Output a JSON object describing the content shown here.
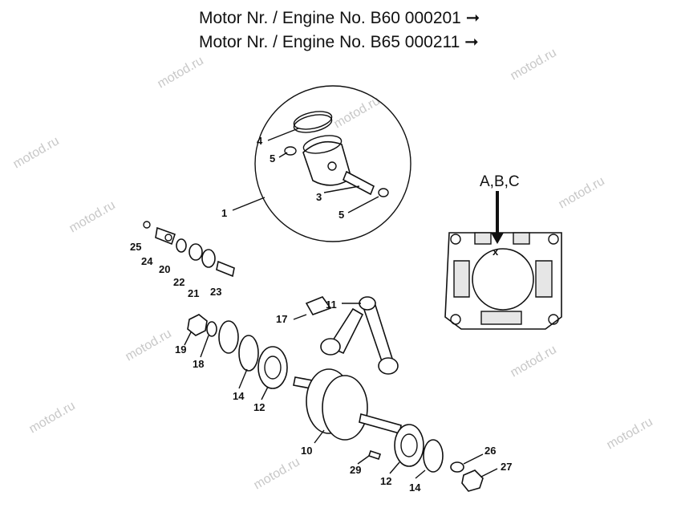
{
  "header": {
    "line1": "Motor Nr. / Engine No. B60 000201 ➞",
    "line2": "Motor Nr. / Engine No. B65 000211 ➞"
  },
  "watermark": "motod.ru",
  "cylinder_marker": "A,B,C",
  "cylinder_x_mark": "x",
  "callouts": [
    "1",
    "3",
    "4",
    "5",
    "5",
    "10",
    "11",
    "12",
    "12",
    "14",
    "14",
    "17",
    "18",
    "19",
    "20",
    "21",
    "22",
    "23",
    "24",
    "25",
    "26",
    "27",
    "29"
  ]
}
